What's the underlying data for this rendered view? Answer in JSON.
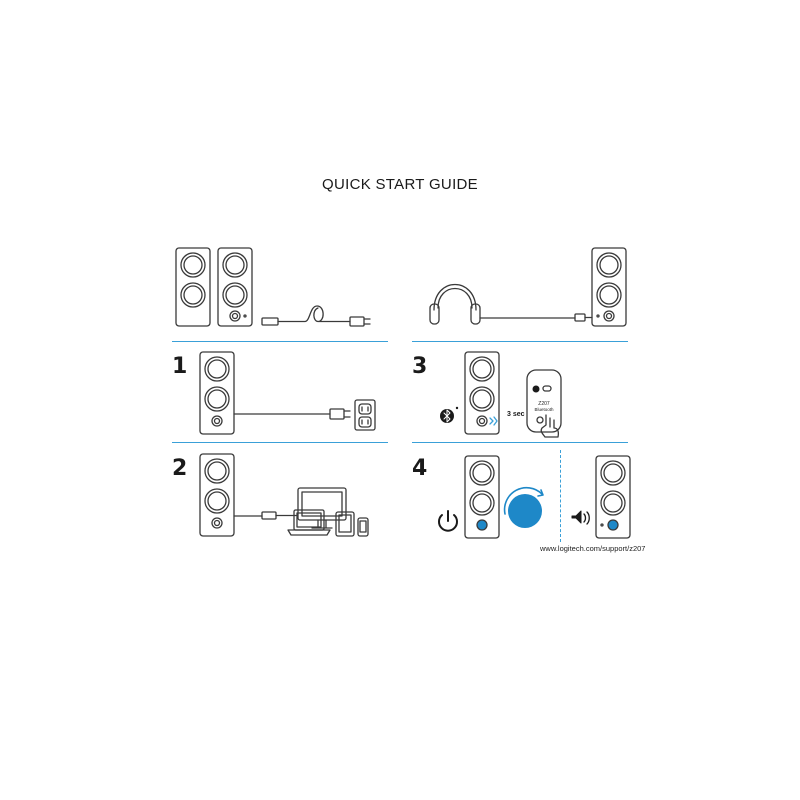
{
  "header": {
    "title": "QUICK START GUIDE"
  },
  "steps": [
    {
      "number": "1"
    },
    {
      "number": "2"
    },
    {
      "number": "3"
    },
    {
      "number": "4"
    }
  ],
  "step3": {
    "hold_time": "3 sec",
    "label_model": "Z207",
    "label_bt": "Bluetooth"
  },
  "footer": {
    "url": "www.logitech.com/support/z207"
  },
  "colors": {
    "accent": "#3aa0d8",
    "knob": "#1e88c8",
    "line": "#3a3a3a"
  },
  "icons": [
    "speaker-icon",
    "power-plug-icon",
    "headphones-icon",
    "wall-outlet-icon",
    "laptop-icon",
    "monitor-icon",
    "tablet-icon",
    "phone-icon",
    "bluetooth-icon",
    "power-icon",
    "volume-icon",
    "volume-knob-icon",
    "hand-press-icon"
  ]
}
